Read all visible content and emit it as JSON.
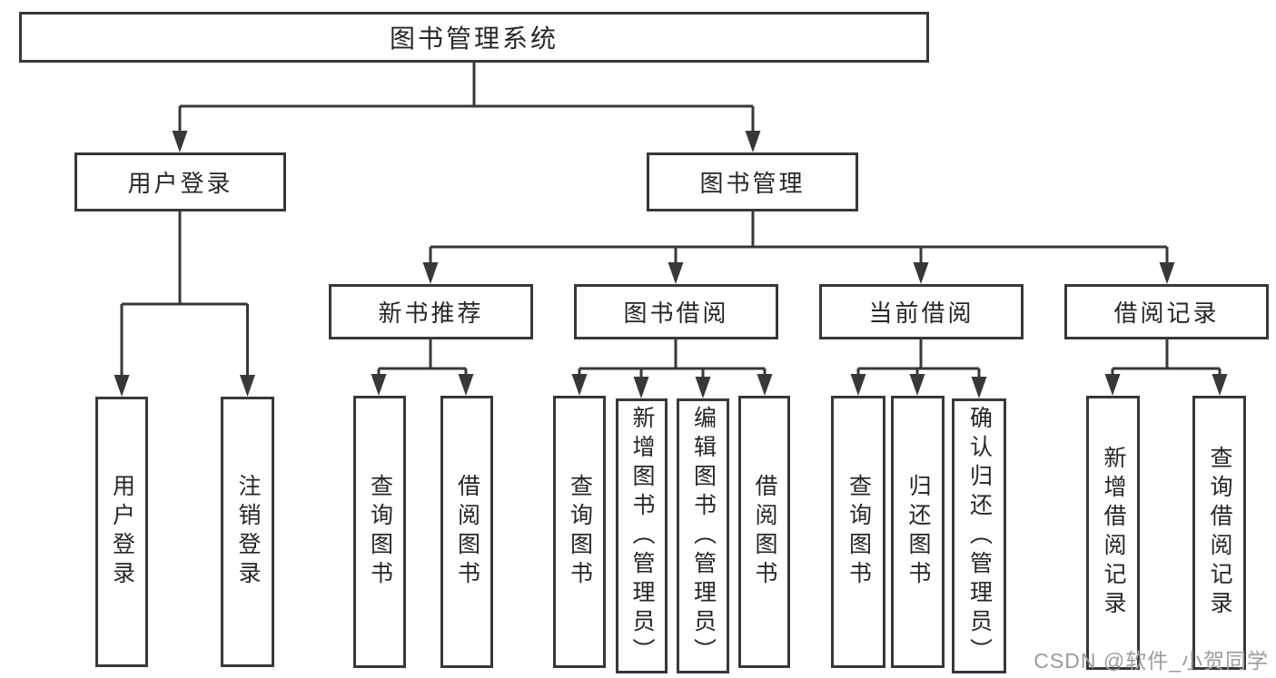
{
  "tree": {
    "label": "图书管理系统",
    "children": [
      {
        "label": "用户登录",
        "children": [
          {
            "label": "用户登录"
          },
          {
            "label": "注销登录"
          }
        ]
      },
      {
        "label": "图书管理",
        "children": [
          {
            "label": "新书推荐",
            "children": [
              {
                "label": "查询图书"
              },
              {
                "label": "借阅图书"
              }
            ]
          },
          {
            "label": "图书借阅",
            "children": [
              {
                "label": "查询图书"
              },
              {
                "label": "新增图书（管理员）"
              },
              {
                "label": "编辑图书（管理员）"
              },
              {
                "label": "借阅图书"
              }
            ]
          },
          {
            "label": "当前借阅",
            "children": [
              {
                "label": "查询图书"
              },
              {
                "label": "归还图书"
              },
              {
                "label": "确认归还（管理员）"
              }
            ]
          },
          {
            "label": "借阅记录",
            "children": [
              {
                "label": "新增借阅记录"
              },
              {
                "label": "查询借阅记录"
              }
            ]
          }
        ]
      }
    ]
  },
  "watermark": {
    "text": "CSDN @软件_小贺同学"
  },
  "colors": {
    "line": "#383838",
    "box_border": "#383838",
    "box_background": "#ffffff",
    "text": "#262626",
    "watermark": "#9c9c9c",
    "background": "#ffffff"
  }
}
